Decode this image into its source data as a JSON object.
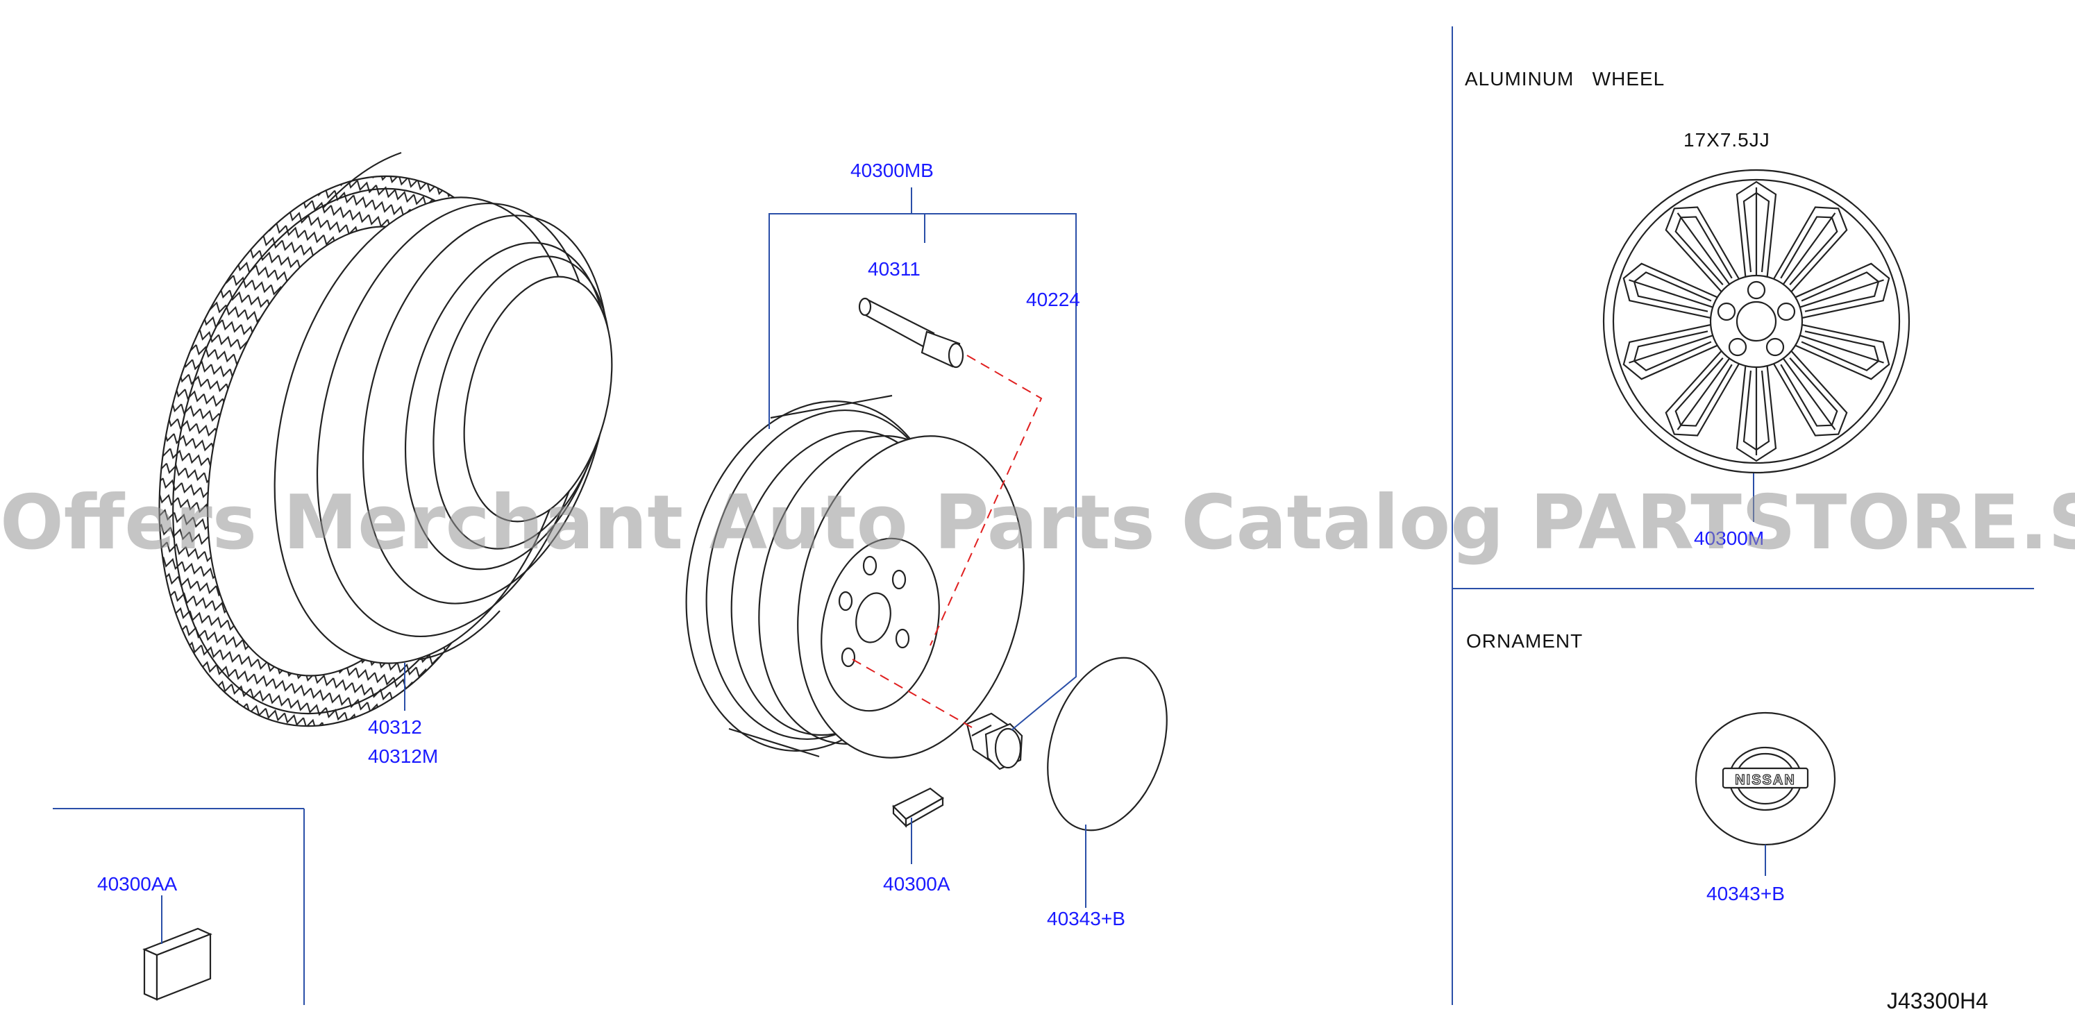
{
  "sections": {
    "aluminum_wheel": "ALUMINUM   WHEEL",
    "wheel_size": "17X7.5JJ",
    "ornament": "ORNAMENT"
  },
  "parts": {
    "p40300MB": "40300MB",
    "p40311": "40311",
    "p40224": "40224",
    "p40312": "40312",
    "p40312M": "40312M",
    "p40300AA": "40300AA",
    "p40300A": "40300A",
    "p40343B_main": "40343+B",
    "p40300M_wheel": "40300M",
    "p40343B_ornament": "40343+B"
  },
  "diagram_code": "J43300H4",
  "watermark": "Offers Merchant Auto Parts Catalog PARTSTORE.SA",
  "emblem_text": "NISSAN",
  "colors": {
    "label": "#1a1aff",
    "leader": "#2a4fa8",
    "drawing": "#222222",
    "dashed": "#e02020",
    "watermark": "#969696"
  }
}
